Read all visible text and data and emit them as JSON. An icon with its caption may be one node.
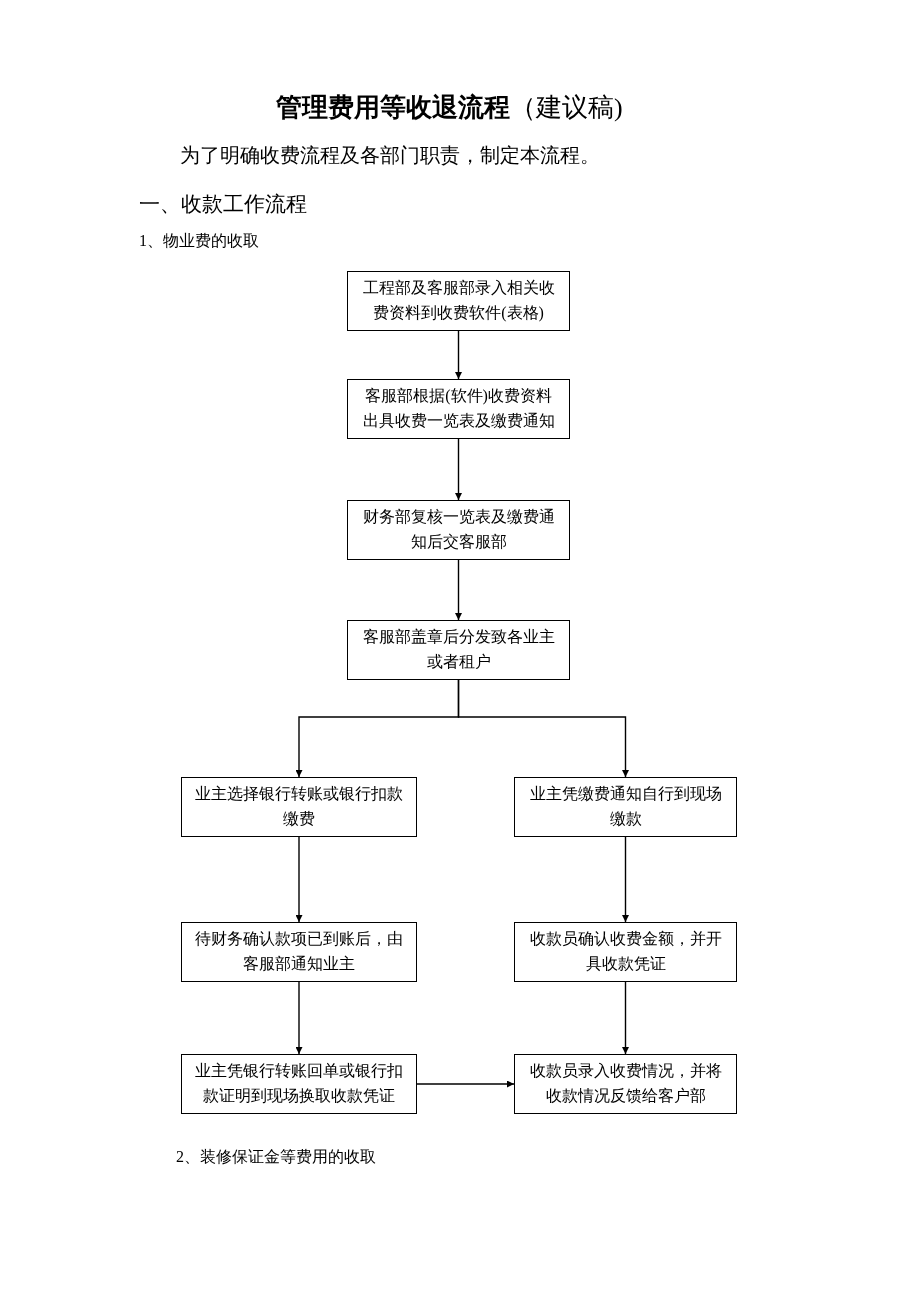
{
  "diagram": {
    "title": "**管理费用等收退流程**（建议稿)",
    "nodes": [
      {
        "text": [
          "工程部及客服部录入相关收费资料到收费软件(表格)"
        ]
      },
      {
        "text": [
          "客服部根据(软件)收费资料出具收费一览表及缴费通知"
        ]
      },
      {
        "text": [
          "财务部复核一览表及缴费通知后交客服部"
        ]
      },
      {
        "text": [
          "客服部盖章后分发致各业主或者租户"
        ]
      },
      {
        "text": [
          "业主选择银行转账或银行扣款缴费"
        ]
      },
      {
        "text": [
          "业主凭缴费通知自行到现场缴款"
        ]
      },
      {
        "text": [
          "待财务确认款项已到账后，由客服部通知业主"
        ]
      },
      {
        "text": [
          "收款员确认收费金额，并开具收款凭证"
        ]
      },
      {
        "text": [
          "业主凭银行转账回单或银行扣款证明到现场换取收款凭证"
        ]
      },
      {
        "text": [
          "收款员录入收费情况，并将收款情况反馈给客户部"
        ]
      }
    ],
    "edges": [
      {
        "from": 0,
        "to": 1,
        "arrow": "to"
      },
      {
        "from": 1,
        "to": 2,
        "arrow": "to"
      },
      {
        "from": 2,
        "to": 3,
        "arrow": "to"
      },
      {
        "from": 3,
        "to": 4,
        "arrow": "to"
      },
      {
        "from": 3,
        "to": 5,
        "arrow": "to"
      },
      {
        "from": 4,
        "to": 6,
        "arrow": "to"
      },
      {
        "from": 6,
        "to": 8,
        "arrow": "to"
      },
      {
        "from": 5,
        "to": 7,
        "arrow": "to"
      },
      {
        "from": 7,
        "to": 9,
        "arrow": "to"
      },
      {
        "from": 8,
        "to": 9,
        "arrow": "to"
      }
    ],
    "labels": [
      "为了明确收费流程及各部门职责，制定本流程。",
      "一、收款工作流程",
      "1、物业费的收取",
      "2、装修保证金等费用的收取"
    ]
  }
}
